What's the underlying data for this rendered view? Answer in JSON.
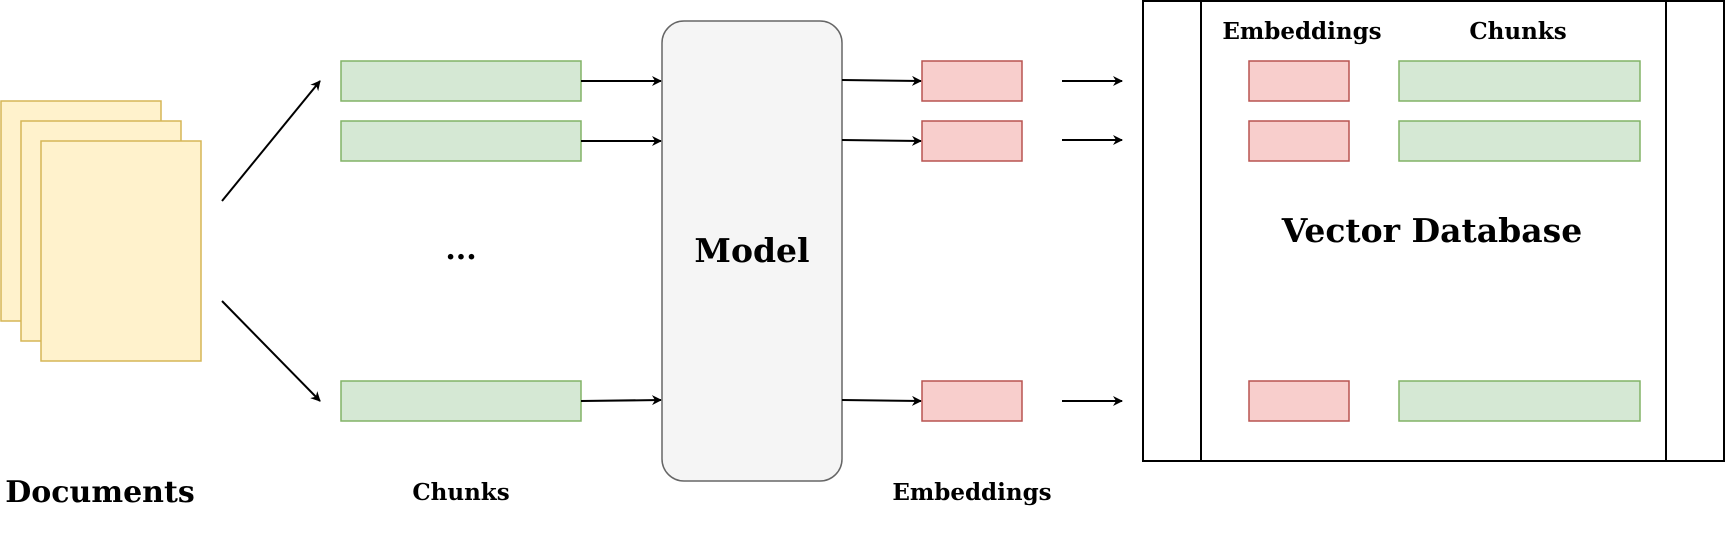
{
  "labels": {
    "documents": "Documents",
    "chunks": "Chunks",
    "model": "Model",
    "embeddings": "Embeddings",
    "ellipsis": "...",
    "db_embeddings_header": "Embeddings",
    "db_chunks_header": "Chunks",
    "vector_database": "Vector Database"
  },
  "colors": {
    "document_fill": "#fff2cc",
    "document_stroke": "#d6b656",
    "chunk_fill": "#d5e8d4",
    "chunk_stroke": "#82b366",
    "embedding_fill": "#f8cecc",
    "embedding_stroke": "#b85450",
    "model_fill": "#f5f5f5",
    "model_stroke": "#666666",
    "model_text": "#333333",
    "line": "#000000"
  },
  "icons": {
    "arrow": "arrow-icon",
    "document": "document-page-icon"
  }
}
